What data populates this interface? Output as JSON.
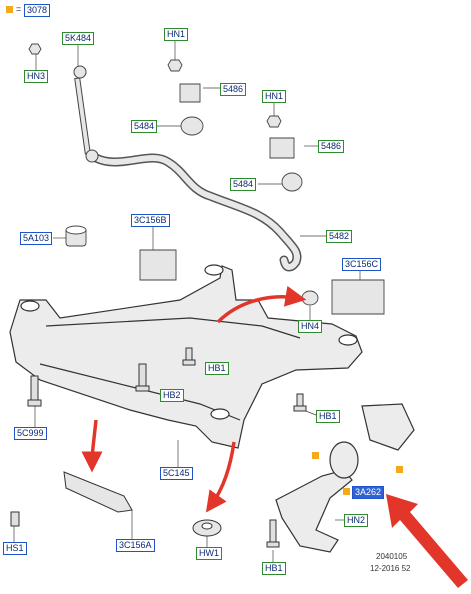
{
  "legend": {
    "eq": "=",
    "code": "3078"
  },
  "labels": {
    "k5484": "5K484",
    "hn1a": "HN1",
    "hn3": "HN3",
    "p5486a": "5486",
    "hn1b": "HN1",
    "p5484a": "5484",
    "p5486b": "5486",
    "p5484b": "5484",
    "a5103": "5A103",
    "c156b": "3C156B",
    "p5482": "5482",
    "c156c": "3C156C",
    "hn4": "HN4",
    "hb1a": "HB1",
    "hb2": "HB2",
    "c999": "5C999",
    "hb1b": "HB1",
    "c145": "5C145",
    "a262": "3A262",
    "c156a": "3C156A",
    "hs1": "HS1",
    "hw1": "HW1",
    "hn2": "HN2",
    "hb1c": "HB1"
  },
  "footer": {
    "code": "2040105",
    "date": "12-2016 52"
  },
  "colors": {
    "arrow": "#e2362b",
    "blue_box": "#1f54c8",
    "green_box": "#2f8a2f",
    "marker": "#f3a91b",
    "selected": "#2d63d6"
  }
}
